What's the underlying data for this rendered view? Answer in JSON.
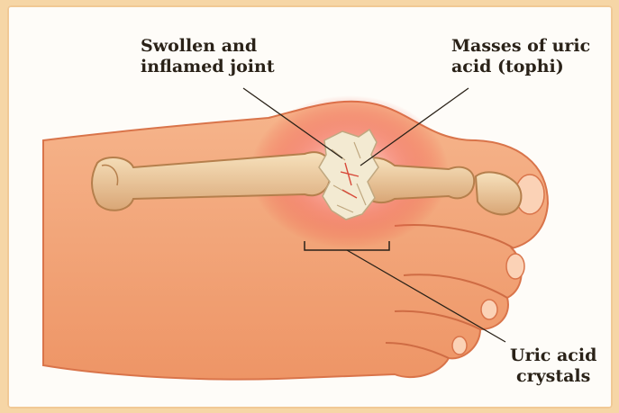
{
  "figure": {
    "labels": {
      "swollen_joint": [
        "Swollen and",
        "inflamed joint"
      ],
      "tophi": [
        "Masses of uric",
        "acid (tophi)"
      ],
      "crystals": [
        "Uric acid",
        "crystals"
      ]
    },
    "colors": {
      "skin": "#f3a77c",
      "skin_shadow": "#e07b52",
      "inflamed": "#ee4a3c",
      "bone": "#f1d3a6",
      "tophi": "#f3ead2",
      "background": "#fefcf8",
      "border": "#f6d6a6"
    }
  }
}
